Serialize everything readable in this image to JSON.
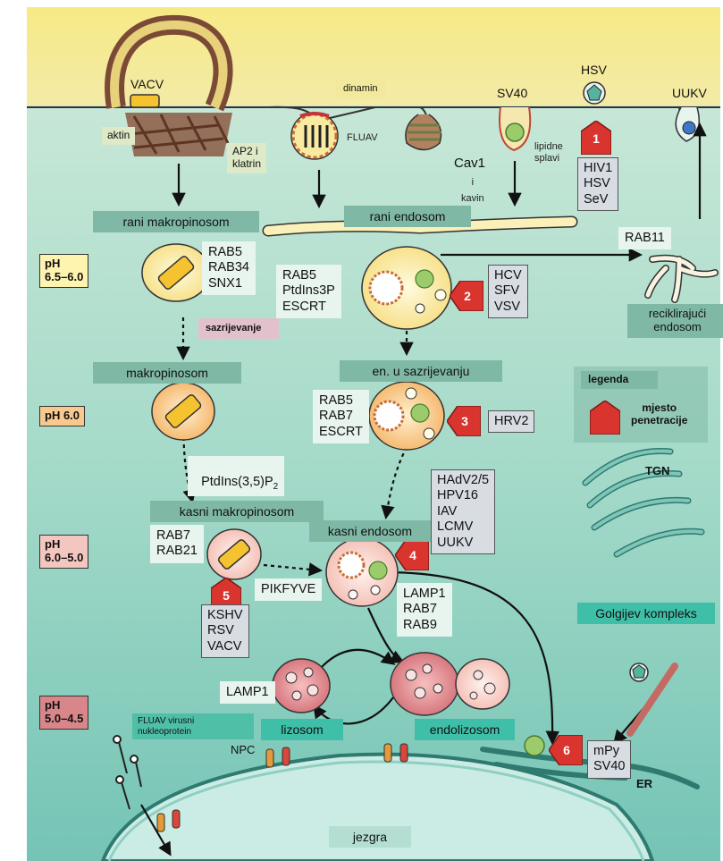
{
  "viruses": {
    "vacv_top": "VACV",
    "hsv_top": "HSV",
    "sv40_top": "SV40",
    "uukv_top": "UUKV",
    "fluav_side": "FLUAV"
  },
  "entry": {
    "aktin": "aktin",
    "dinamin": "dinamin",
    "ap2": "AP2 i\nklatrin",
    "cav1": "Cav1",
    "kavin": "i\nkavin",
    "lipidne": "lipidne\nsplavi"
  },
  "compartments": {
    "rani_makropinosom": "rani makropinosom",
    "rani_endosom": "rani endosom",
    "makropinosom": "makropinosom",
    "en_sazrijevanju": "en. u sazrijevanju",
    "kasni_makropinosom": "kasni makropinosom",
    "kasni_endosom": "kasni endosom",
    "lizosom": "lizosom",
    "endolizosom": "endolizosom",
    "reciklirajuci": "reciklirajući\nendosom",
    "golgi": "Golgijev kompleks",
    "tgn": "TGN",
    "er": "ER",
    "npc": "NPC",
    "jezgra": "jezgra",
    "fluav_np": "FLUAV virusni\nnukleoprotein"
  },
  "markers": {
    "rab5_34": "RAB5\nRAB34\nSNX1",
    "rab5_ptd": "RAB5\nPtdIns3P\nESCRT",
    "rab5_7": "RAB5\nRAB7\nESCRT",
    "rab7_21": "RAB7\nRAB21",
    "lamp_rab": "LAMP1\nRAB7\nRAB9",
    "lamp1": "LAMP1",
    "rab11": "RAB11",
    "pikfyve": "PIKFYVE",
    "ptdins35": "PtdIns(3,5)P",
    "ptdins35_sub": "2",
    "sazrijevanje": "sazrijevanje"
  },
  "virus_groups": {
    "g1": "HIV1\nHSV\nSeV",
    "g2": "HCV\nSFV\nVSV",
    "g3": "HRV2",
    "g4": "HAdV2/5\nHPV16\nIAV\nLCMV\nUUKV",
    "g5": "KSHV\nRSV\nVACV",
    "g6": "mPy\nSV40"
  },
  "badges": [
    "1",
    "2",
    "3",
    "4",
    "5",
    "6"
  ],
  "ph": {
    "ph1": "pH\n6.5–6.0",
    "ph2": "pH 6.0",
    "ph3": "pH\n6.0–5.0",
    "ph4": "pH\n5.0–4.5"
  },
  "legend": {
    "title": "legenda",
    "item": "mjesto\npenetracije"
  },
  "colors": {
    "badge": "#d9342e",
    "teal_label": "#7fb9a6",
    "cell_top": "#f7eb8a",
    "cell_body": "#7ec7b8",
    "ph1": "#fff3b0",
    "ph2": "#f8c98f",
    "ph3": "#f4c6c0",
    "ph4": "#d9868a"
  }
}
